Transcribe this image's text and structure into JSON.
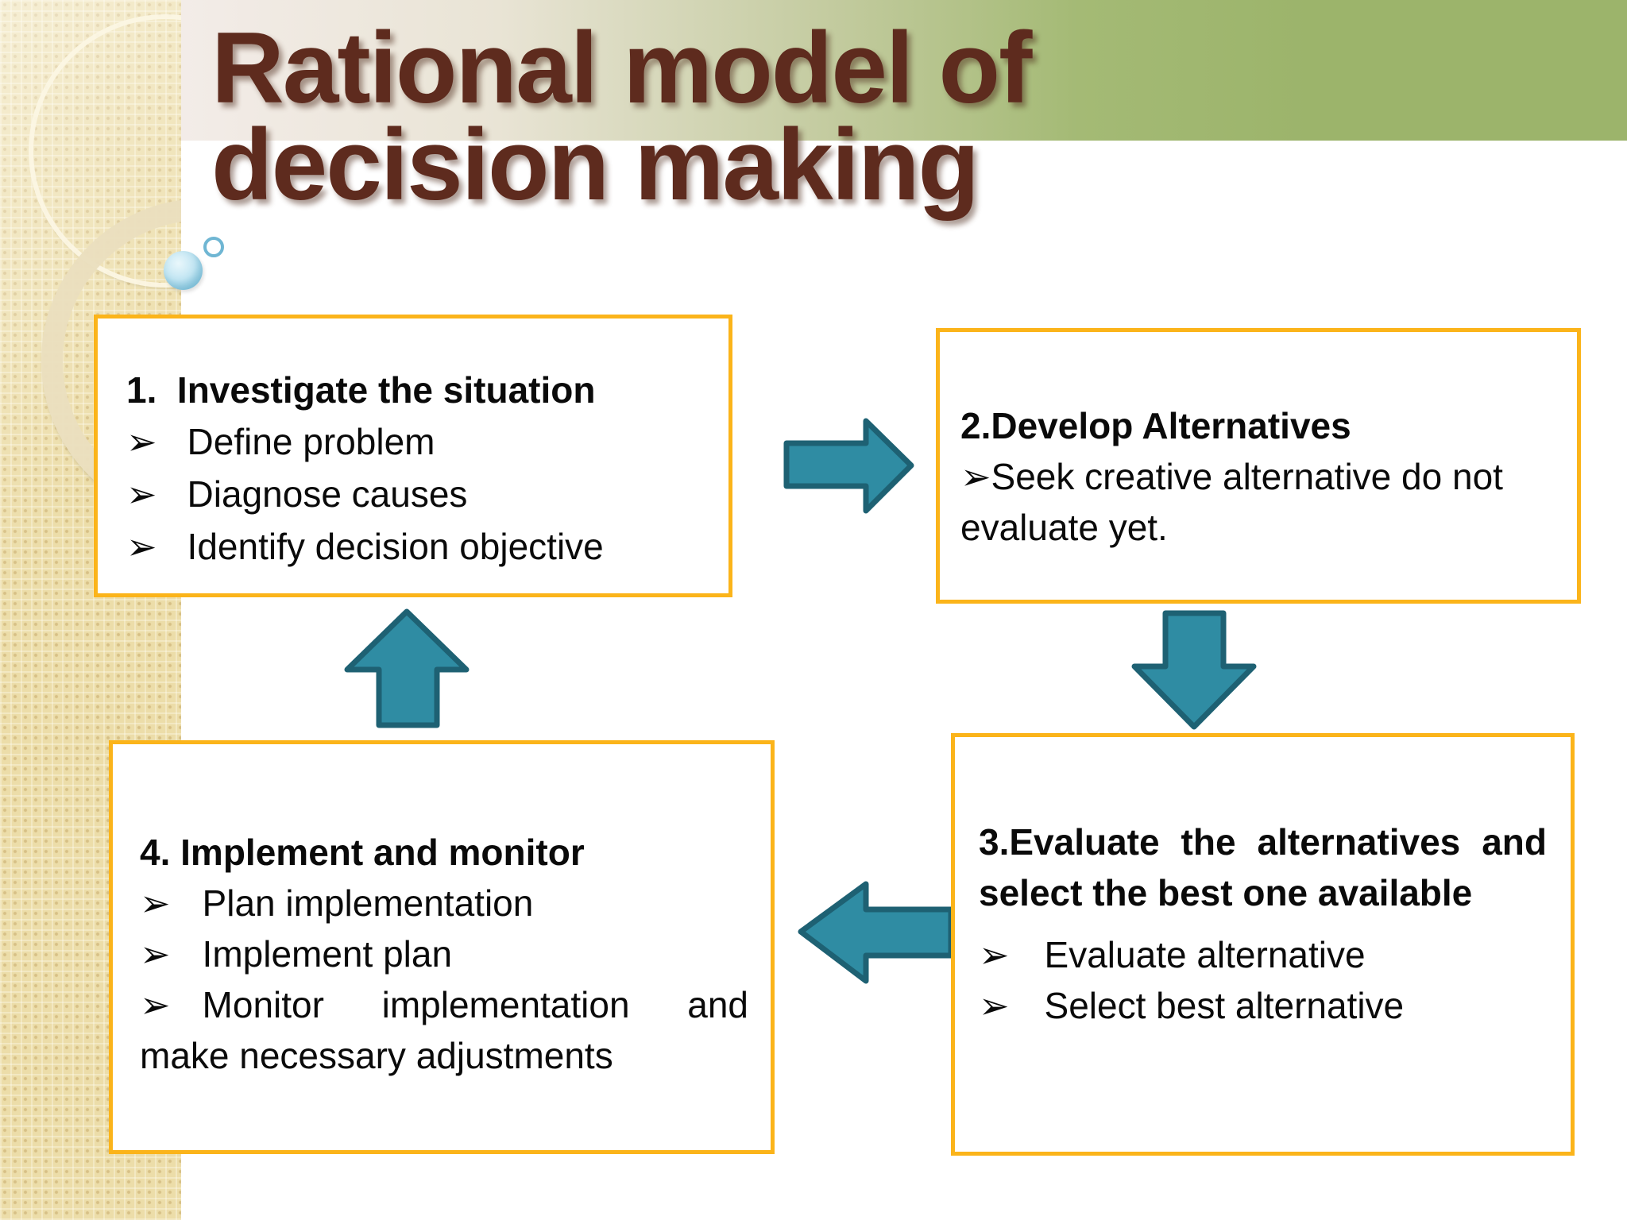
{
  "title": {
    "line1": "Rational model of",
    "line2": "decision making"
  },
  "boxes": [
    {
      "title": "1.  Investigate the situation",
      "bullets": [
        "Define problem",
        "Diagnose causes",
        "Identify decision objective"
      ]
    },
    {
      "title": "2.Develop Alternatives",
      "bullets": [
        "Seek creative alternative do not evaluate yet."
      ]
    },
    {
      "title": "3.Evaluate the alternatives and select the best one available",
      "bullets": [
        "Evaluate alternative",
        "Select best alternative"
      ]
    },
    {
      "title": "4. Implement and monitor",
      "bullets": [
        "Plan implementation",
        "Implement plan",
        "Monitor implementation and make necessary adjustments"
      ]
    }
  ],
  "icons": {
    "bullet": "➢",
    "arrow_right": "block-arrow-right",
    "arrow_down": "block-arrow-down",
    "arrow_left": "block-arrow-left",
    "arrow_up": "block-arrow-up"
  },
  "colors": {
    "box_border": "#FBB41A",
    "arrow_fill": "#2F8CA3",
    "arrow_stroke": "#1E6173",
    "title_text": "#5E2B1E",
    "band_green": "#9CB46B",
    "strip_beige": "#ECDDA9",
    "body_text": "#0A0A0A"
  }
}
